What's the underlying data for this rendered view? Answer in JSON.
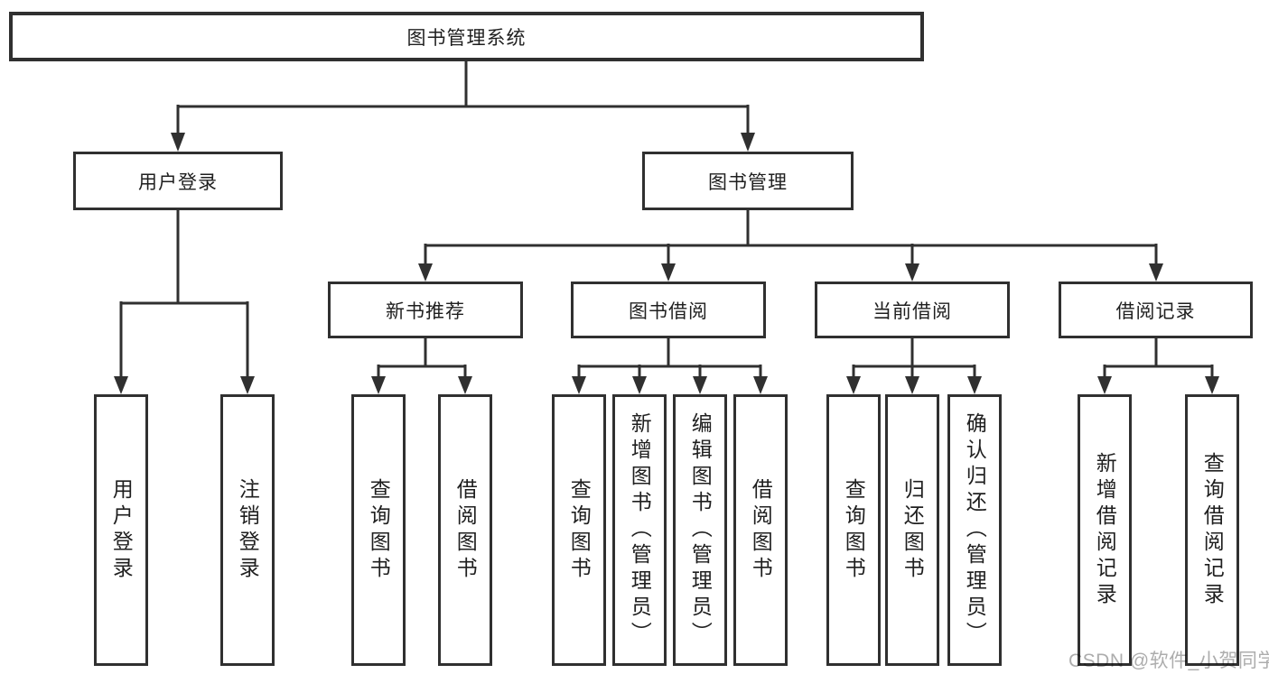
{
  "colors": {
    "line": "#303030",
    "box_border": "#303030",
    "box_fill": "#ffffff",
    "text": "#1f1f1f",
    "watermark": "#adadad"
  },
  "watermark": {
    "text": "CSDN @软件_小贺同学"
  },
  "tree": {
    "root": {
      "label": "图书管理系统",
      "children": [
        {
          "label": "用户登录",
          "children": [
            {
              "label": "用户登录"
            },
            {
              "label": "注销登录"
            }
          ]
        },
        {
          "label": "图书管理",
          "children": [
            {
              "label": "新书推荐",
              "children": [
                {
                  "label": "查询图书"
                },
                {
                  "label": "借阅图书"
                }
              ]
            },
            {
              "label": "图书借阅",
              "children": [
                {
                  "label": "查询图书"
                },
                {
                  "label": "新增图书（管理员）"
                },
                {
                  "label": "编辑图书（管理员）"
                },
                {
                  "label": "借阅图书"
                }
              ]
            },
            {
              "label": "当前借阅",
              "children": [
                {
                  "label": "查询图书"
                },
                {
                  "label": "归还图书"
                },
                {
                  "label": "确认归还（管理员）"
                }
              ]
            },
            {
              "label": "借阅记录",
              "children": [
                {
                  "label": "新增借阅记录"
                },
                {
                  "label": "查询借阅记录"
                }
              ]
            }
          ]
        }
      ]
    }
  }
}
